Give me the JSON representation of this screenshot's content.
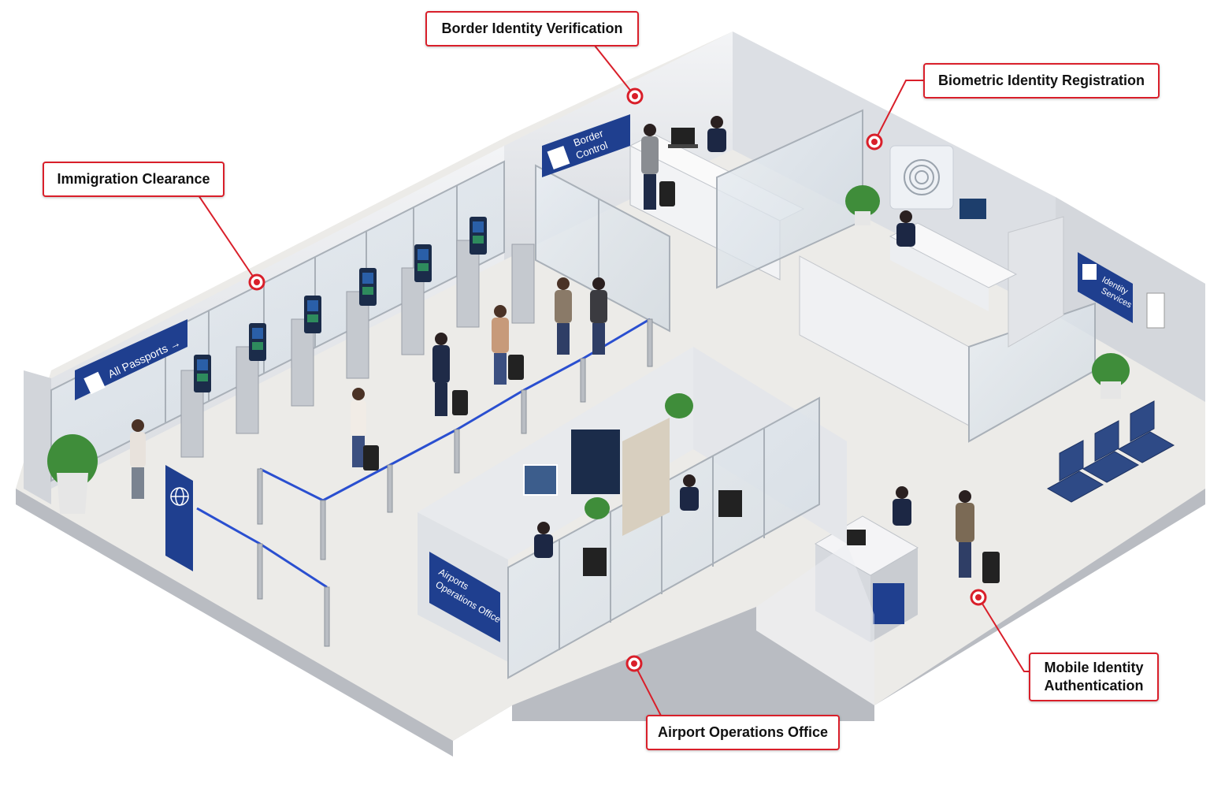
{
  "callouts": {
    "border_identity_verification": "Border Identity Verification",
    "biometric_identity_registration": "Biometric Identity Registration",
    "immigration_clearance": "Immigration Clearance",
    "airport_operations_office": "Airport Operations Office",
    "mobile_identity_authentication_line1": "Mobile Identity",
    "mobile_identity_authentication_line2": "Authentication"
  },
  "signs": {
    "all_passports": "All Passports →",
    "border_control_line1": "Border",
    "border_control_line2": "Control",
    "identity_services_line1": "Identity",
    "identity_services_line2": "Services",
    "ops_office_line1": "Airports",
    "ops_office_line2": "Operations Office"
  },
  "colors": {
    "accent_red": "#d91f2a",
    "sign_blue": "#1f3f8f",
    "wall": "#e6e8ec",
    "floor": "#ecebe8",
    "rope_blue": "#2a4fd0"
  }
}
